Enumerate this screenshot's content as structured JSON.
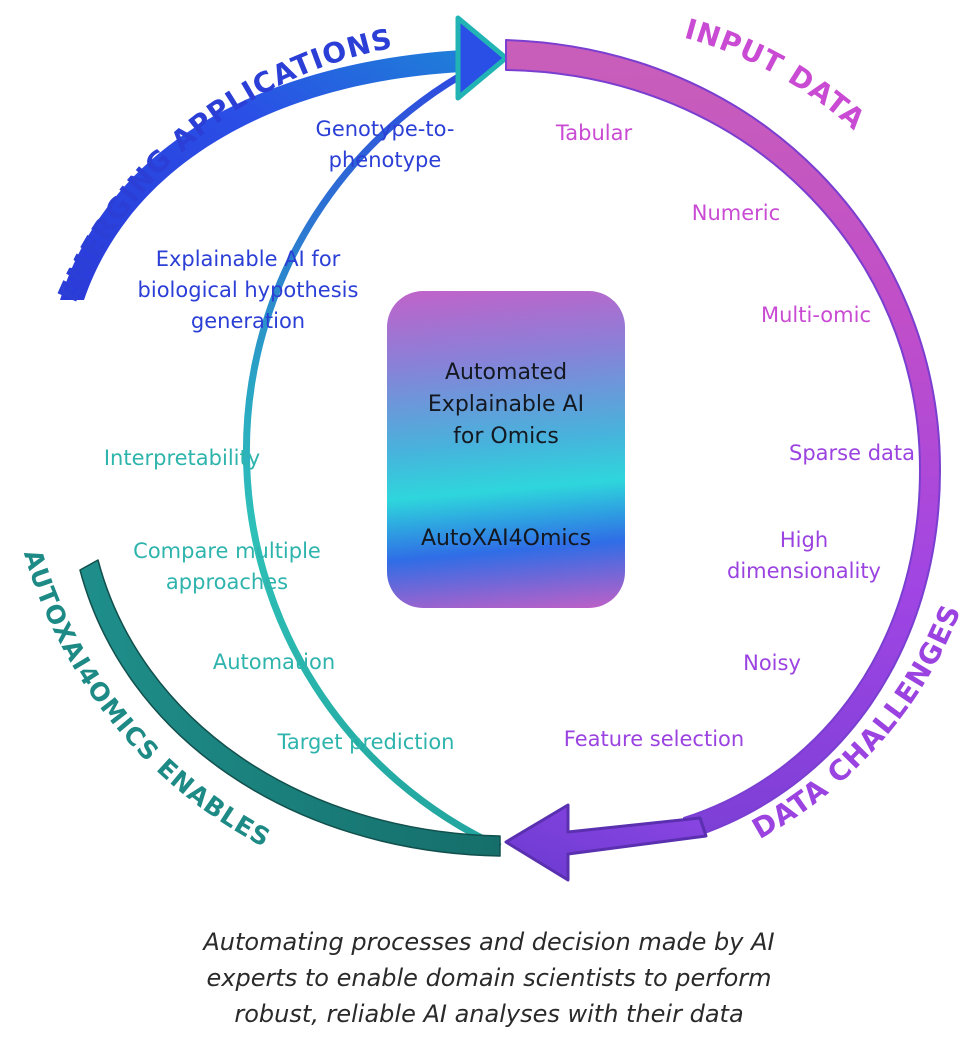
{
  "arc_labels": {
    "emerging_applications": "EMERGING APPLICATIONS",
    "input_data": "INPUT DATA",
    "data_challenges": "DATA CHALLENGES",
    "autoxai4omics_enables": "AUTOXAI4OMICS ENABLES"
  },
  "emerging_applications_items": [
    "Genotype-to-\nphenotype",
    "Explainable AI for\nbiological hypothesis\ngeneration"
  ],
  "input_data_items": [
    "Tabular",
    "Numeric",
    "Multi-omic"
  ],
  "data_challenges_items": [
    "Sparse data",
    "High\ndimensionality",
    "Noisy",
    "Feature selection"
  ],
  "autoxai4omics_enables_items": [
    "Interpretability",
    "Compare multiple\napproaches",
    "Automation",
    "Target prediction"
  ],
  "center": {
    "title": "Automated\nExplainable AI\nfor Omics",
    "name": "AutoXAI4Omics"
  },
  "caption": "Automating processes and decision made by AI\nexperts to enable domain scientists to perform\nrobust, reliable AI analyses with their data",
  "colors": {
    "blue": "#2b3fd6",
    "teal": "#2eb4ad",
    "magenta": "#c94bd3",
    "purple": "#9b43e0",
    "dark_teal": "#1d8a86"
  }
}
